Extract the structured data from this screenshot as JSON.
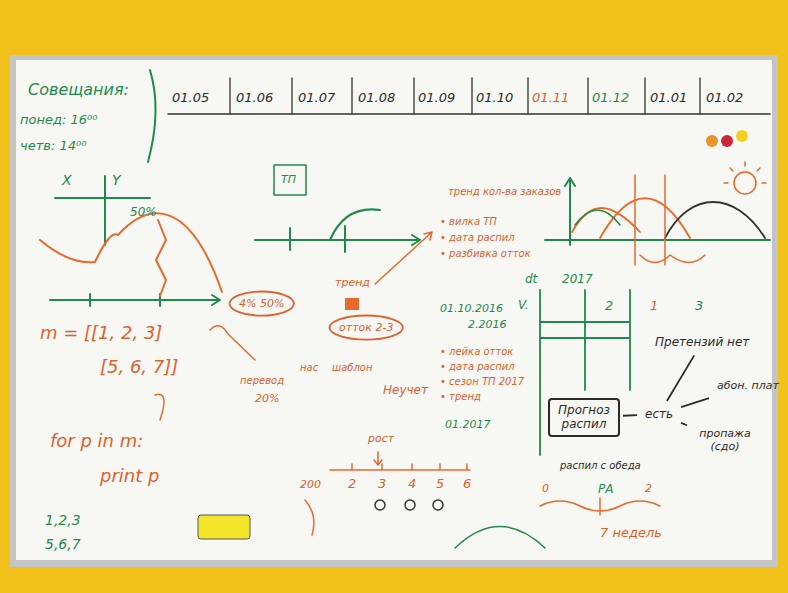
{
  "diagram": {
    "nodes": [
      {
        "text": [
          "4% 50%"
        ]
      },
      {
        "text": [
          "отток 2-3"
        ]
      },
      {
        "text": [
          "Претензий нет"
        ]
      },
      {
        "text": [
          "абон. плат"
        ]
      },
      {
        "text": [
          "Прогноз распил"
        ]
      },
      {
        "text": [
          "есть"
        ]
      },
      {
        "text": [
          "пропажа (сдо)"
        ]
      }
    ],
    "edges": [
      {
        "from": 4,
        "to": 5,
        "arrow": "none"
      },
      {
        "from": 5,
        "to": 2,
        "arrow": "none"
      },
      {
        "from": 5,
        "to": 3,
        "arrow": "none"
      },
      {
        "from": 5,
        "to": 6,
        "arrow": "none"
      }
    ],
    "labels": [
      "Совещания:",
      "понед: 16⁰⁰",
      "четв: 14⁰⁰",
      "01.05",
      "01.06",
      "01.07",
      "01.08",
      "01.09",
      "01.10",
      "01.11",
      "01.12",
      "01.01",
      "01.02",
      "X",
      "Y",
      "50%",
      "m = [[1, 2, 3]",
      "[5, 6, 7]]",
      "for p in m:",
      "print p",
      "1,2,3",
      "5,6,7",
      "ТП",
      "тренд кол-ва заказов",
      "• вилка ТП",
      "• дата распил",
      "• разбивка отток",
      "тренд",
      "01.10.2016",
      "2.2016",
      "• лейка отток",
      "• дата распил",
      "• сезон ТП 2017",
      "• тренд",
      "01.2017",
      "нас",
      "шаблон",
      "перевод",
      "20%",
      "Неучет",
      "рост",
      "200",
      "2",
      "3",
      "4",
      "5",
      "6",
      "dt",
      "2017",
      "V.",
      "2",
      "1",
      "3",
      "распил с обеда",
      "0",
      "РА",
      "2",
      "7 недель"
    ]
  }
}
